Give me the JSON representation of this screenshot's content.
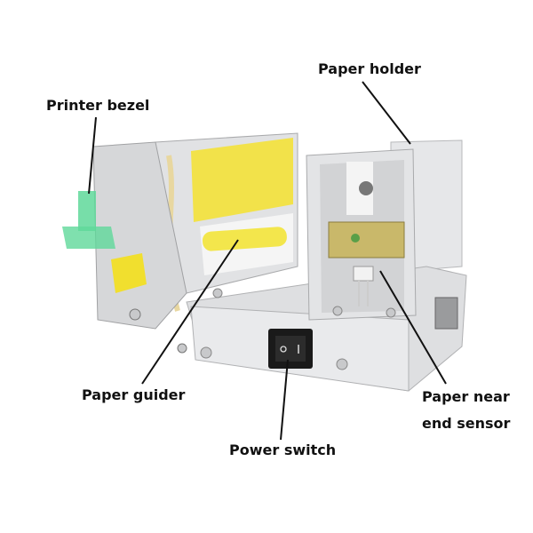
{
  "labels": {
    "paper_holder": "Paper holder",
    "printer_bezel": "Printer bezel",
    "paper_guider": "Paper guider",
    "paper_near_end_sensor_line1": "Paper near",
    "paper_near_end_sensor_line2": "end sensor",
    "power_switch": "Power switch"
  },
  "colors": {
    "metal": "#d9dadc",
    "yellow": "#f2e24a",
    "green_bezel": "#5fd89a",
    "sensor_board": "#c9b86a",
    "leader_line": "#111111"
  }
}
